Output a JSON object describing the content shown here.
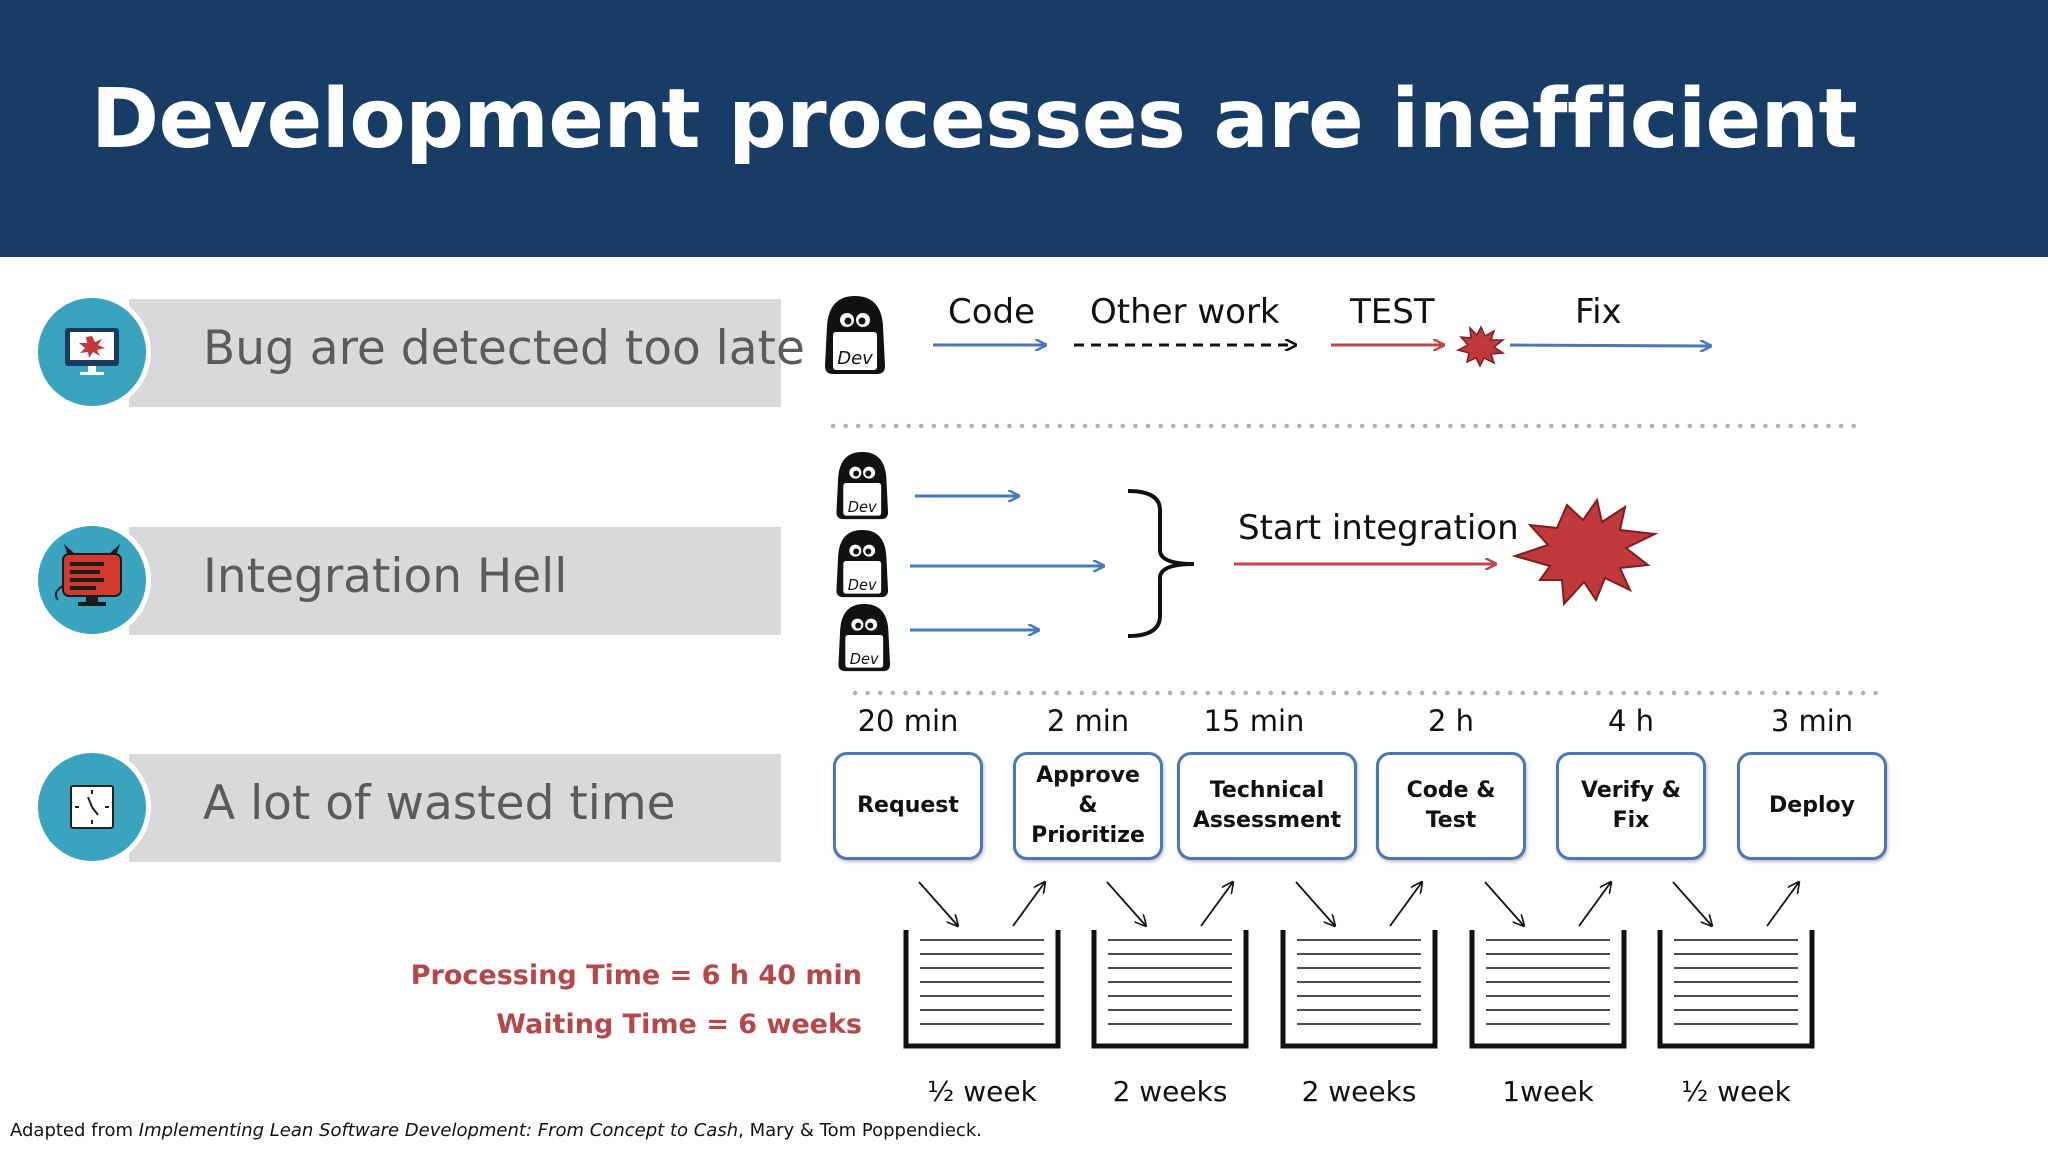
{
  "slide": {
    "title": "Development processes are inefficient"
  },
  "problems": [
    {
      "label": "Bug are detected too late",
      "icon": "monitor-bug-icon"
    },
    {
      "label": "Integration Hell",
      "icon": "devil-monitor-icon"
    },
    {
      "label": "A lot of wasted time",
      "icon": "clock-icon"
    }
  ],
  "bug_flow": {
    "dev_label": "Dev",
    "stages": [
      "Code",
      "Other work",
      "TEST",
      "Fix"
    ]
  },
  "integration": {
    "dev_labels": [
      "Dev",
      "Dev",
      "Dev"
    ],
    "label": "Start integration"
  },
  "value_stream": {
    "steps": [
      {
        "time": "20 min",
        "name": "Request"
      },
      {
        "time": "2 min",
        "name": "Approve\n&\nPrioritize"
      },
      {
        "time": "15 min",
        "name": "Technical\nAssessment"
      },
      {
        "time": "2 h",
        "name": "Code &\nTest"
      },
      {
        "time": "4 h",
        "name": "Verify &\nFix"
      },
      {
        "time": "3 min",
        "name": "Deploy"
      }
    ],
    "waits": [
      "½ week",
      "2 weeks",
      "2 weeks",
      "1week",
      "½ week"
    ],
    "processing_time": "Processing Time = 6 h 40 min",
    "waiting_time": "Waiting Time = 6 weeks"
  },
  "footnote": {
    "prefix": "Adapted from ",
    "book": "Implementing Lean Software Development: From Concept to Cash",
    "suffix": ", Mary & Tom Poppendieck."
  },
  "colors": {
    "header": "#173d66",
    "accent_blue": "#4a77b6",
    "accent_red": "#c0484b",
    "icon_bg": "#3aa3be"
  }
}
